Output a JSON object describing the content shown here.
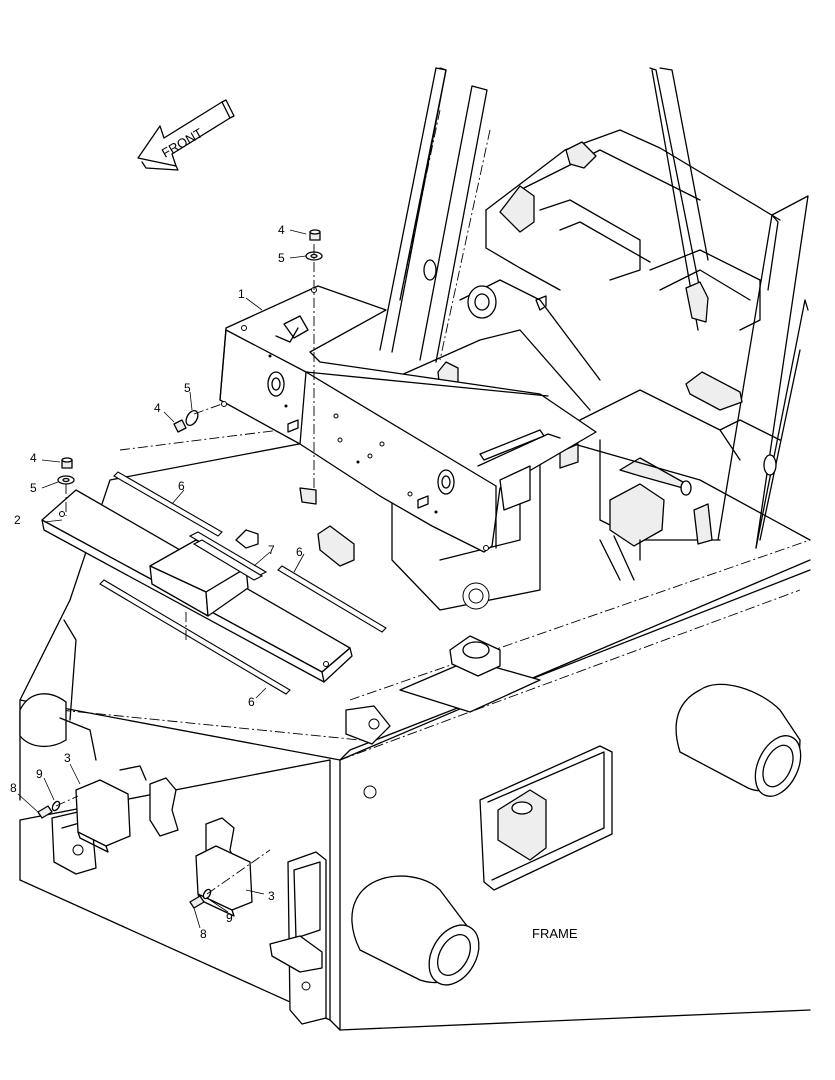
{
  "diagram": {
    "direction_label": "FRONT",
    "section_label": "FRAME",
    "callouts": {
      "c1": "1",
      "c2": "2",
      "c3a": "3",
      "c3b": "3",
      "c4a": "4",
      "c4b": "4",
      "c4c": "4",
      "c5a": "5",
      "c5b": "5",
      "c5c": "5",
      "c6a": "6",
      "c6b": "6",
      "c6c": "6",
      "c7": "7",
      "c8a": "8",
      "c8b": "8",
      "c9a": "9",
      "c9b": "9"
    }
  }
}
